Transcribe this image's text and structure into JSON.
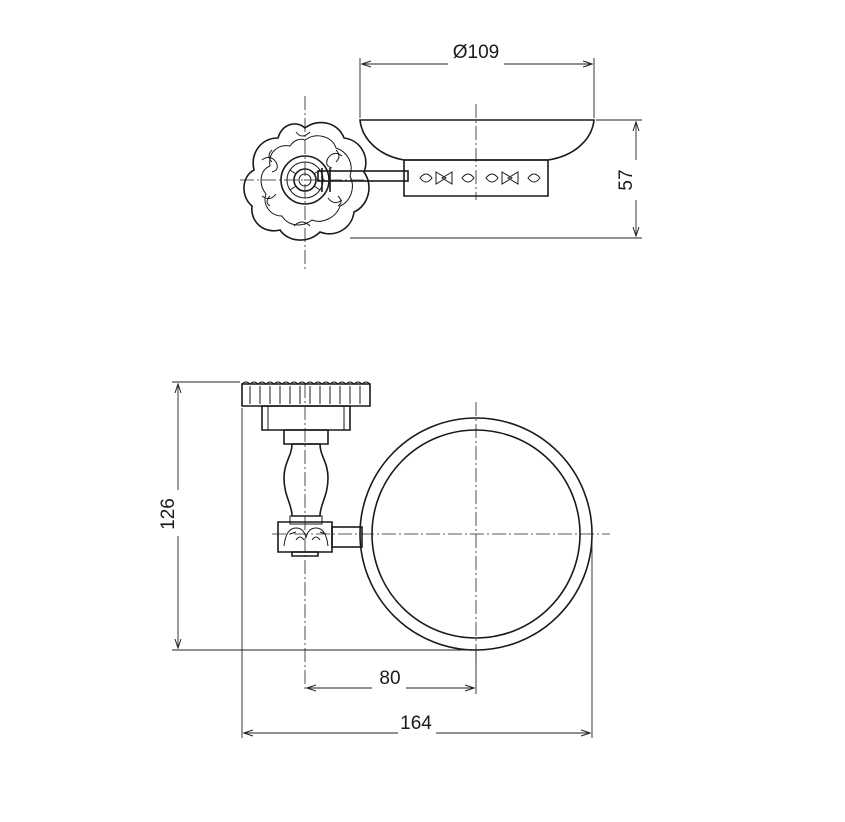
{
  "dimensions": {
    "bowl_diameter": "Ø109",
    "bowl_height": "57",
    "total_height": "126",
    "wall_to_center": "80",
    "total_depth": "164"
  }
}
